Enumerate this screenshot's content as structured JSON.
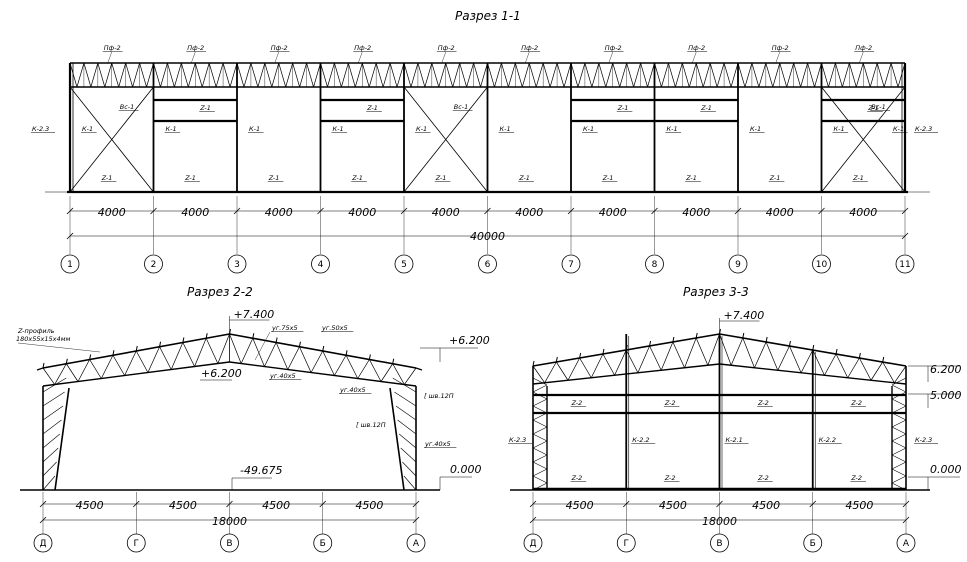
{
  "section_1": {
    "title": "Разрез 1-1",
    "roof_label": "Пф-2",
    "bay_dim": "4000",
    "total_dim": "40000",
    "axes": [
      "1",
      "2",
      "3",
      "4",
      "5",
      "6",
      "7",
      "8",
      "9",
      "10",
      "11"
    ],
    "tags": {
      "column": "К-1",
      "end_column": "К-2.3",
      "brace": "Вс-1",
      "girt": "Z-1"
    }
  },
  "section_2": {
    "title": "Разрез 2-2",
    "ridge_mark": "+7.400",
    "eave_mark": "+6.200",
    "inner_mark": "+6.200",
    "base_mark": "0.000",
    "lower_mark": "-49.675",
    "purlin_note_1": "Z-профиль",
    "purlin_note_2": "180х55х15х4мм",
    "angle_75": "уг.75х5",
    "angle_50": "уг.50х5",
    "angle_40": "уг.40х5",
    "channel": "[ шв.12П",
    "bay_dims": [
      "4500",
      "4500",
      "4500",
      "4500"
    ],
    "total_dim": "18000",
    "axes": [
      "Д",
      "Г",
      "В",
      "Б",
      "А"
    ]
  },
  "section_3": {
    "title": "Разрез 3-3",
    "ridge_mark": "+7.400",
    "eave_mark": "6.200",
    "mid_mark": "5.000",
    "base_mark": "0.000",
    "girt": "Z-2",
    "col_end": "К-2.3",
    "col_mid": "К-2.2",
    "col_center": "К-2.1",
    "bay_dims": [
      "4500",
      "4500",
      "4500",
      "4500"
    ],
    "total_dim": "18000",
    "axes": [
      "Д",
      "Г",
      "В",
      "Б",
      "А"
    ]
  }
}
